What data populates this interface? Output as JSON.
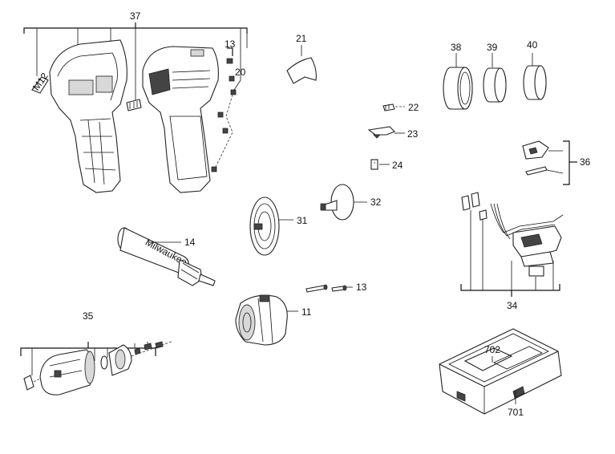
{
  "labels": {
    "p37": "37",
    "p13a": "13",
    "p20": "20",
    "p21": "21",
    "p38": "38",
    "p39": "39",
    "p40": "40",
    "p22": "22",
    "p23": "23",
    "p24": "24",
    "p36": "36",
    "p32": "32",
    "p31": "31",
    "p14": "14",
    "p13b": "13",
    "p11": "11",
    "p34": "34",
    "p35": "35",
    "p702": "702",
    "p701": "701"
  },
  "branding": {
    "handle_text": "Milwaukee"
  }
}
